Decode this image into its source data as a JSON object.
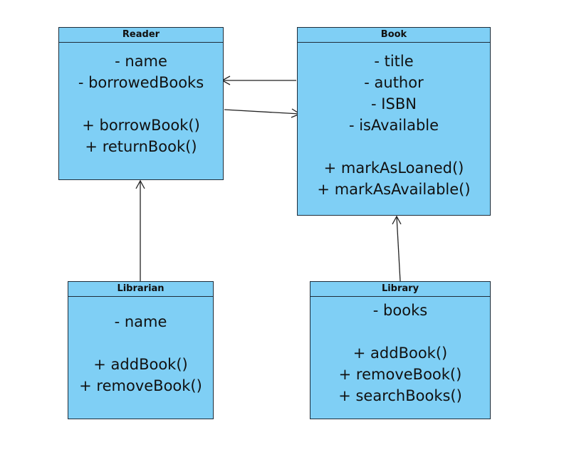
{
  "classes": {
    "reader": {
      "name": "Reader",
      "attributes": [
        "- name",
        "- borrowedBooks"
      ],
      "methods": [
        "+ borrowBook()",
        "+ returnBook()"
      ]
    },
    "book": {
      "name": "Book",
      "attributes": [
        "- title",
        "- author",
        "- ISBN",
        "- isAvailable"
      ],
      "methods": [
        "+ markAsLoaned()",
        "+ markAsAvailable()"
      ]
    },
    "librarian": {
      "name": "Librarian",
      "attributes": [
        "- name"
      ],
      "methods": [
        "+ addBook()",
        "+ removeBook()"
      ]
    },
    "library": {
      "name": "Library",
      "attributes": [
        "- books"
      ],
      "methods": [
        "+ addBook()",
        "+ removeBook()",
        "+ searchBooks()"
      ]
    }
  },
  "colors": {
    "class_fill": "#7fcff5",
    "class_border": "#1f2d3a",
    "connector": "#222222"
  }
}
